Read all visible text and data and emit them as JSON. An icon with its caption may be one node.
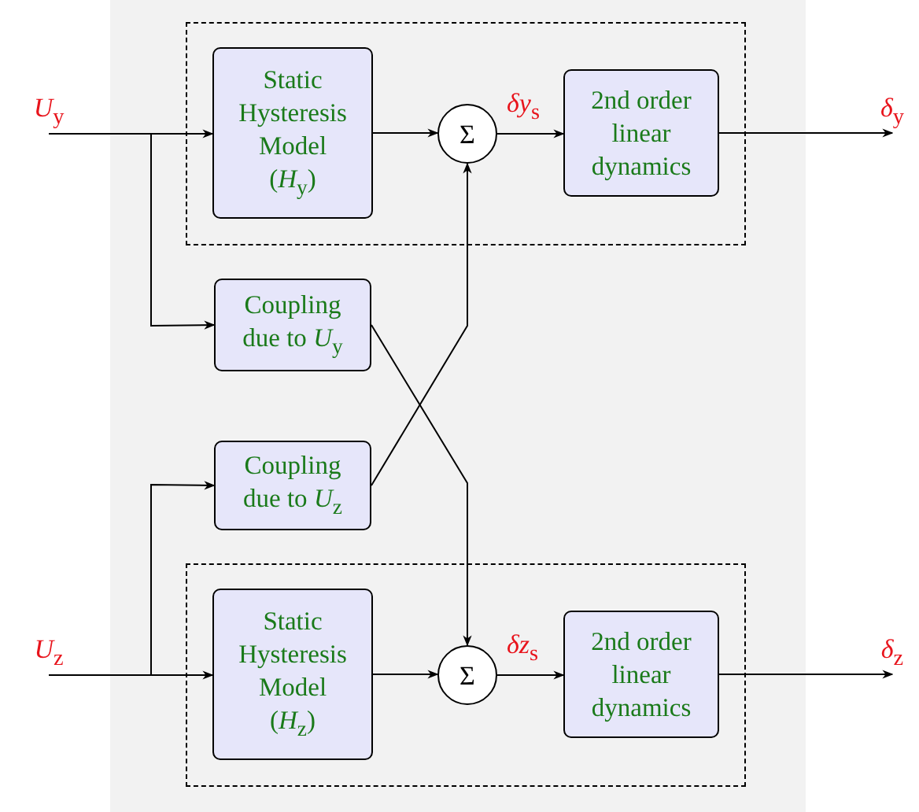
{
  "diagram": {
    "nodes": [
      {
        "text": [],
        "shape": "box"
      },
      {
        "text": [
          "Static Hysteresis Model (*H*$_{y}$)"
        ],
        "in": 0
      },
      {
        "text": [
          "Σ"
        ],
        "in": 0
      },
      {
        "text": [
          "2nd order linear dynamics"
        ],
        "in": 0
      },
      {
        "text": [
          "Coupling due to *U*$_{y}$"
        ]
      },
      {
        "text": [
          "Coupling due to *U*$_{z}$"
        ]
      },
      {
        "text": [],
        "shape": "box"
      },
      {
        "text": [
          "Static Hysteresis Model (*H*$_{z}$)"
        ],
        "in": 6
      },
      {
        "text": [
          "Σ"
        ],
        "in": 6
      },
      {
        "text": [
          "2nd order linear dynamics"
        ],
        "in": 6
      },
      {
        "text": [
          "*U*$_{y}$"
        ]
      },
      {
        "text": [
          "*U*$_{z}$"
        ]
      },
      {
        "text": [
          "*δ*$_{y}$"
        ]
      },
      {
        "text": [
          "*δ*$_{z}$"
        ]
      }
    ],
    "edges": [
      {
        "from": 10,
        "to": 1,
        "arrow": "to"
      },
      {
        "from": 10,
        "to": 4,
        "arrow": "to"
      },
      {
        "from": 1,
        "to": 2,
        "arrow": "to"
      },
      {
        "from": 2,
        "to": 3,
        "arrow": "to",
        "label": "*δy*$_{s}$"
      },
      {
        "from": 3,
        "to": 12,
        "arrow": "to"
      },
      {
        "from": 4,
        "to": 8,
        "arrow": "to"
      },
      {
        "from": 5,
        "to": 2,
        "arrow": "to"
      },
      {
        "from": 11,
        "to": 5,
        "arrow": "to"
      },
      {
        "from": 11,
        "to": 7,
        "arrow": "to"
      },
      {
        "from": 7,
        "to": 8,
        "arrow": "to"
      },
      {
        "from": 8,
        "to": 9,
        "arrow": "to",
        "label": "*δz*$_{s}$"
      },
      {
        "from": 9,
        "to": 13,
        "arrow": "to"
      }
    ]
  }
}
